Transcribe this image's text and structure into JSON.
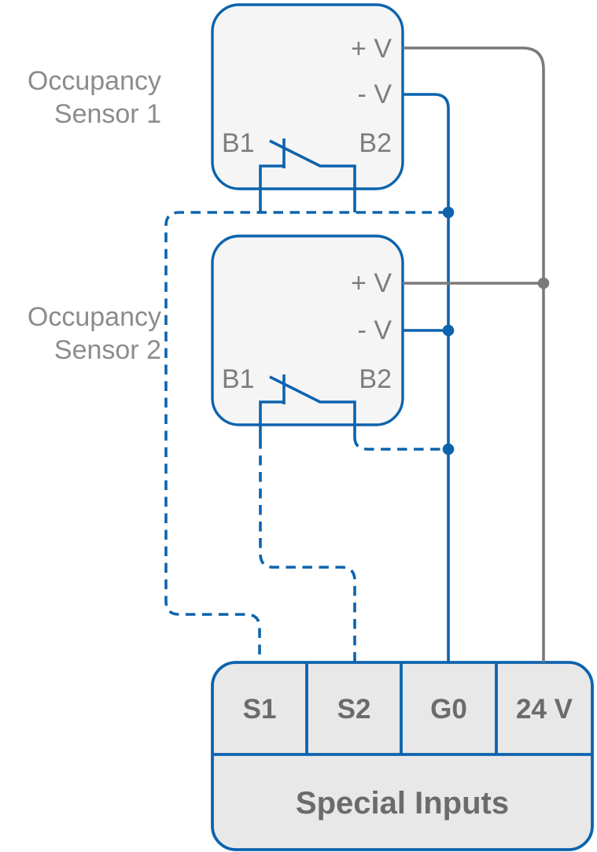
{
  "colors": {
    "wire_blue": "#0d63ae",
    "wire_gray": "#7a7a7a",
    "sensor_fill": "#f5f5f5",
    "controller_fill": "#e8e8e8",
    "label_gray": "#8c8c8c",
    "pin_gray": "#7d7d7d",
    "terminal_gray": "#6b6b6b"
  },
  "diagram": {
    "sensors": [
      {
        "name_line1": "Occupancy",
        "name_line2": "Sensor 1",
        "pins": {
          "plus": "+ V",
          "minus": "- V",
          "b1": "B1",
          "b2": "B2"
        }
      },
      {
        "name_line1": "Occupancy",
        "name_line2": "Sensor 2",
        "pins": {
          "plus": "+ V",
          "minus": "- V",
          "b1": "B1",
          "b2": "B2"
        }
      }
    ],
    "controller": {
      "terminals": [
        "S1",
        "S2",
        "G0",
        "24 V"
      ],
      "label": "Special Inputs"
    }
  }
}
